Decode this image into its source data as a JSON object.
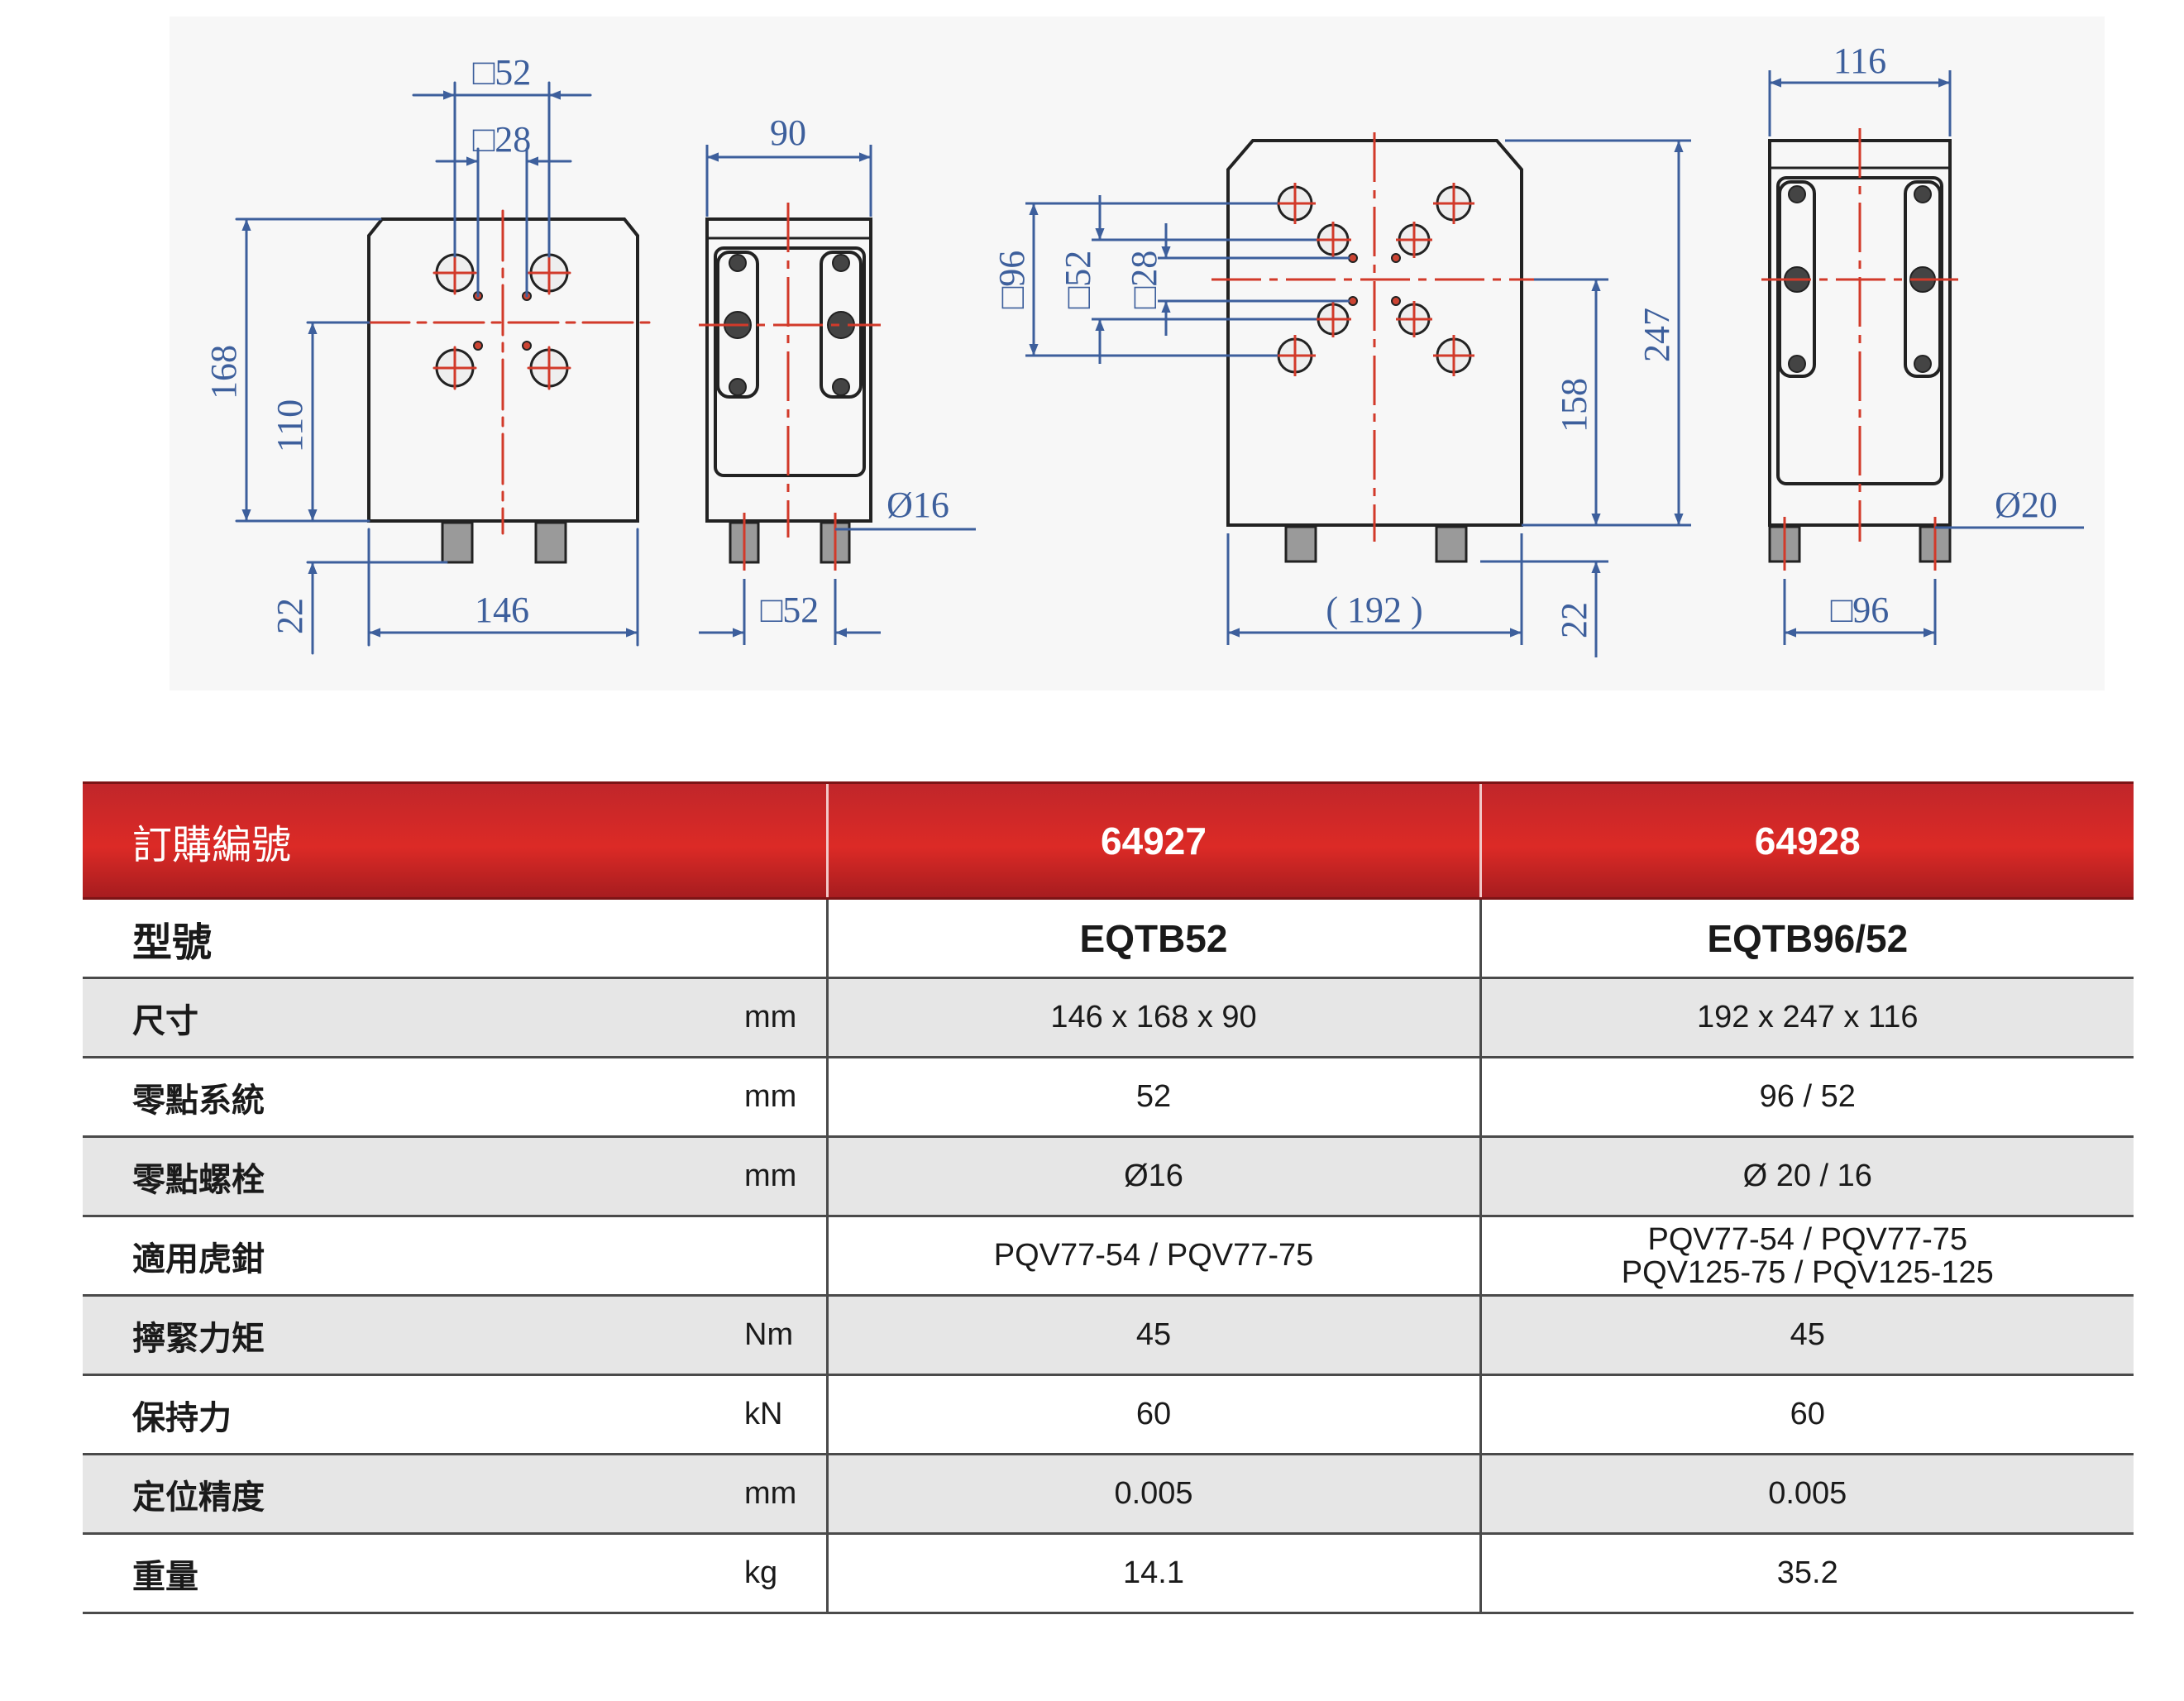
{
  "drawing": {
    "colors": {
      "outline": "#222222",
      "dimension": "#3d5f9c",
      "centerline": "#d23a2a",
      "background": "#f7f7f7"
    },
    "view1": {
      "sq52": "□52",
      "sq28": "□28",
      "h168": "168",
      "h110": "110",
      "h22": "22",
      "w146": "146"
    },
    "view2": {
      "w90": "90",
      "dia16": "Ø16",
      "sq52": "□52"
    },
    "view3": {
      "sq96": "□96",
      "sq52": "□52",
      "sq28": "□28",
      "w192": "( 192 )",
      "h158": "158",
      "h247": "247",
      "h22": "22"
    },
    "view4": {
      "w116": "116",
      "dia20": "Ø20",
      "sq96": "□96"
    }
  },
  "table": {
    "header": {
      "label": "訂購編號",
      "col1": "64927",
      "col2": "64928"
    },
    "rows": [
      {
        "name": "型號",
        "unit": "",
        "v1": "EQTB52",
        "v2": "EQTB96/52"
      },
      {
        "name": "尺寸",
        "unit": "mm",
        "v1": "146 x 168 x 90",
        "v2": "192 x 247 x 116"
      },
      {
        "name": "零點系統",
        "unit": "mm",
        "v1": "52",
        "v2": "96 / 52"
      },
      {
        "name": "零點螺栓",
        "unit": "mm",
        "v1": "Ø16",
        "v2": "Ø 20 / 16"
      },
      {
        "name": "適用虎鉗",
        "unit": "",
        "v1": "PQV77-54 / PQV77-75",
        "v2a": "PQV77-54 / PQV77-75",
        "v2b": "PQV125-75 / PQV125-125"
      },
      {
        "name": "擰緊力矩",
        "unit": "Nm",
        "v1": "45",
        "v2": "45"
      },
      {
        "name": "保持力",
        "unit": "kN",
        "v1": "60",
        "v2": "60"
      },
      {
        "name": "定位精度",
        "unit": "mm",
        "v1": "0.005",
        "v2": "0.005"
      },
      {
        "name": "重量",
        "unit": "kg",
        "v1": "14.1",
        "v2": "35.2"
      }
    ]
  }
}
